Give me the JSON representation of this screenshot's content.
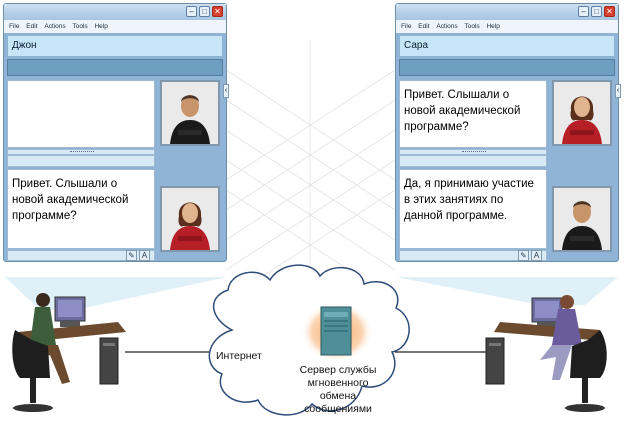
{
  "left_window": {
    "menu": [
      "File",
      "Edit",
      "Actions",
      "Tools",
      "Help"
    ],
    "user_name": "Джон",
    "top_message": "",
    "bottom_message": "Привет. Слышали о новой академической программе?",
    "top_avatar": "man-avatar",
    "bottom_avatar": "woman-avatar"
  },
  "right_window": {
    "menu": [
      "File",
      "Edit",
      "Actions",
      "Tools",
      "Help"
    ],
    "user_name": "Сара",
    "top_message": "Привет. Слышали о новой академической программе?",
    "bottom_message": "Да, я принимаю участие в этих занятиях по данной программе.",
    "top_avatar": "woman-avatar",
    "bottom_avatar": "man-avatar"
  },
  "labels": {
    "internet": "Интернет",
    "server": "Сервер службы мгновенного обмена сообщениями"
  },
  "window_controls": [
    "minimize-icon",
    "maximize-icon",
    "close-icon"
  ],
  "colors": {
    "window_frame": "#8fb4d6",
    "name_bar": "#c7e6f5",
    "server_glow": "#f4a05a",
    "server_box": "#4f8f9a",
    "cloud_outline": "#2e4d78"
  }
}
